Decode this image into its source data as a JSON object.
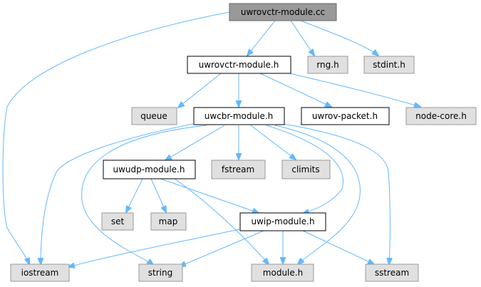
{
  "diagram": {
    "colors": {
      "root_fill": "#999999",
      "documented_fill": "#ffffff",
      "external_fill": "#e0e0e0",
      "edge": "#63b8ff"
    },
    "nodes": {
      "root": "uwrovctr-module.cc",
      "uwrovctr_h": "uwrovctr-module.h",
      "rng": "rng.h",
      "stdint": "stdint.h",
      "queue": "queue",
      "uwcbr": "uwcbr-module.h",
      "uwrov_packet": "uwrov-packet.h",
      "node_core": "node-core.h",
      "uwudp": "uwudp-module.h",
      "fstream": "fstream",
      "climits": "climits",
      "set": "set",
      "map": "map",
      "uwip": "uwip-module.h",
      "iostream": "iostream",
      "string": "string",
      "module": "module.h",
      "sstream": "sstream"
    }
  }
}
